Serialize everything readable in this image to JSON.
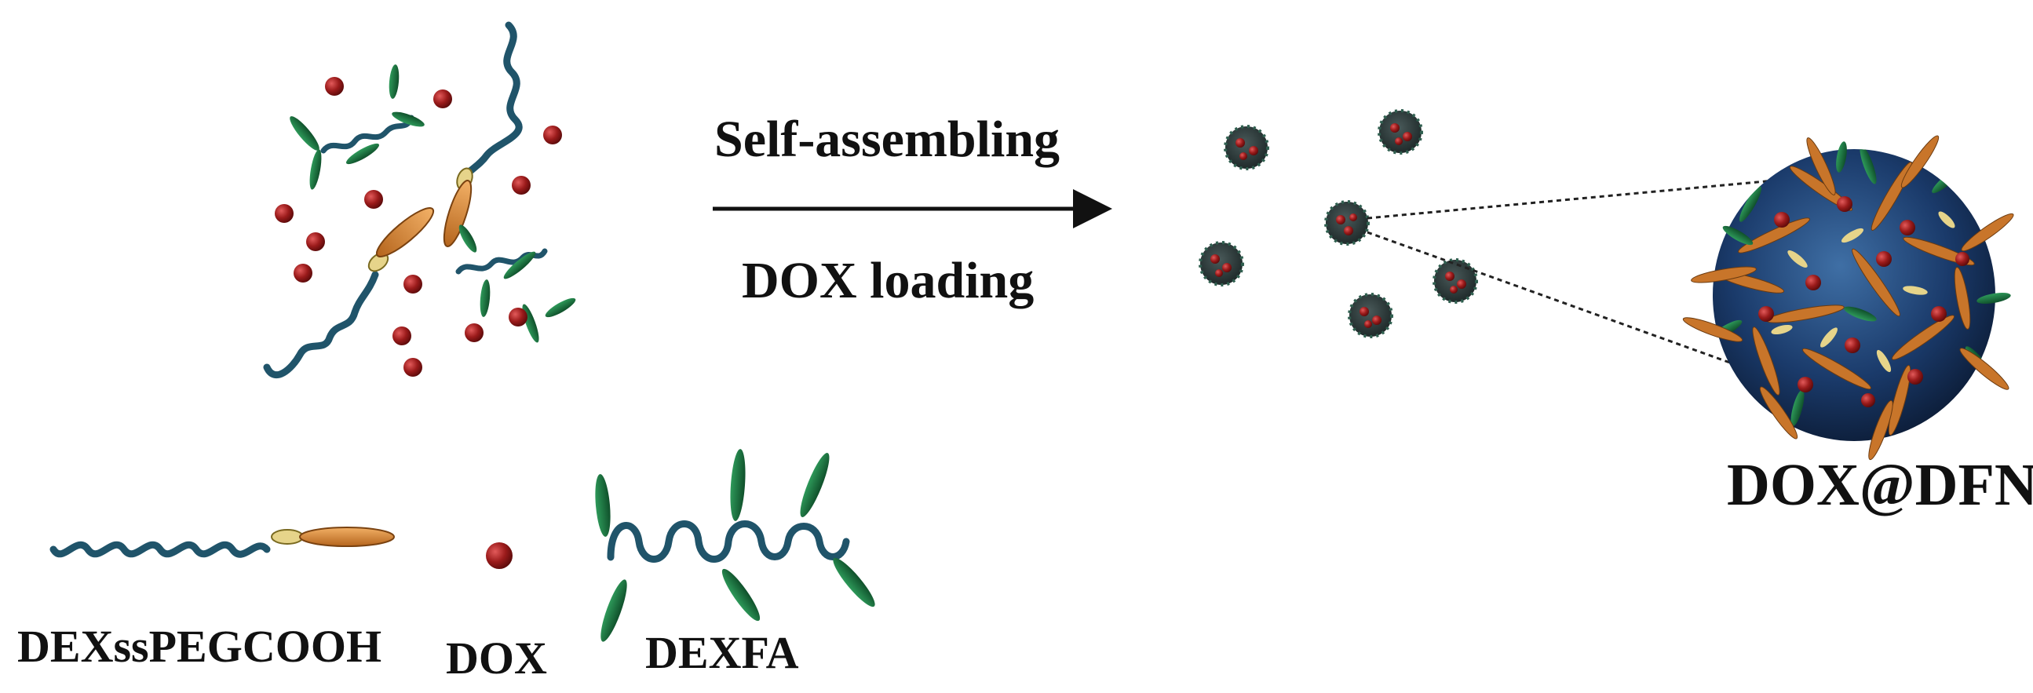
{
  "process": {
    "step_top": "Self-assembling",
    "step_bottom": "DOX loading"
  },
  "product": {
    "label": "DOX@DFNPs"
  },
  "legend": {
    "items": [
      {
        "key": "dexsspegcooh",
        "label": "DEXssPEGCOOH"
      },
      {
        "key": "dox",
        "label": "DOX"
      },
      {
        "key": "dexfa",
        "label": "DEXFA"
      }
    ]
  },
  "colors": {
    "chain": "#20546a",
    "chain_highlight": "#4f97ad",
    "peg_segment": "#d98a2e",
    "cooh_head": "#e6d48a",
    "fa_leaf": "#1d7a45",
    "dox": "#9b1b1b",
    "particle_core": "#1a3a6a",
    "arrow": "#111111"
  },
  "icons": [
    "dexsspegcooh-chain-icon",
    "dox-drug-icon",
    "dexfa-chain-icon",
    "nanoparticle-icon"
  ]
}
